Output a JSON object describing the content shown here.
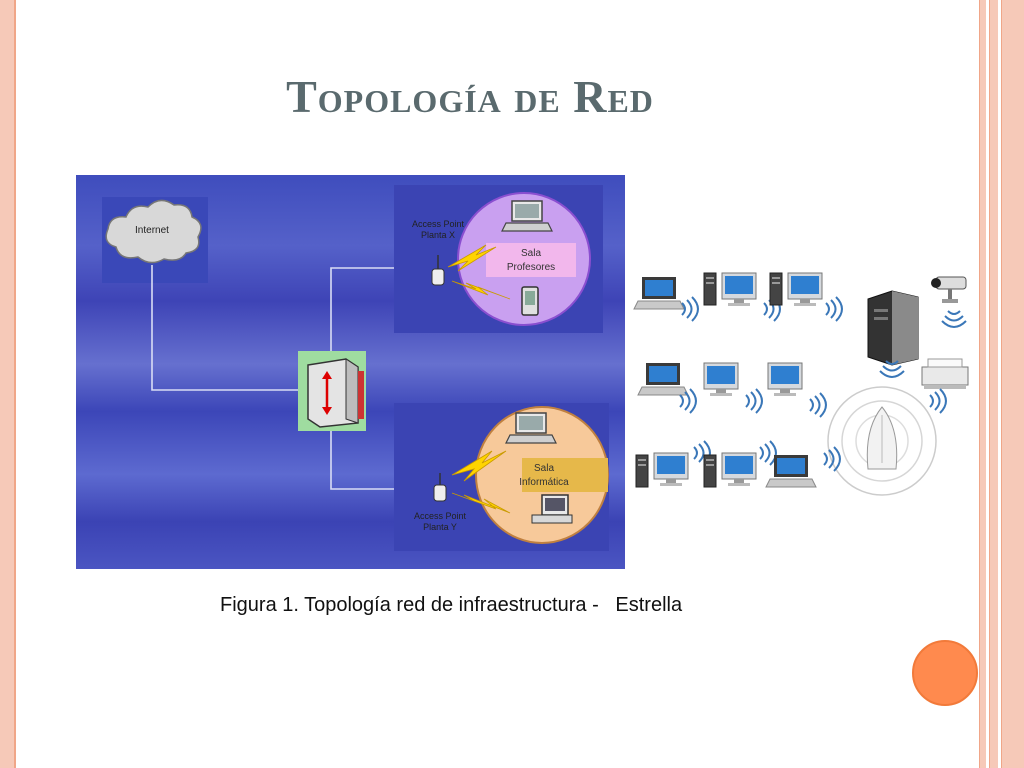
{
  "slide": {
    "title": "Topología de Red",
    "caption": "Figura 1. Topología red de infraestructura -   Estrella"
  },
  "diagram": {
    "internet_label": "Internet",
    "ap_x_label_1": "Access Point",
    "ap_x_label_2": "Planta X",
    "ap_y_label_1": "Access Point",
    "ap_y_label_2": "Planta Y",
    "room_profesores_1": "Sala",
    "room_profesores_2": "Profesores",
    "room_informatica_1": "Sala",
    "room_informatica_2": "Informática"
  },
  "colors": {
    "accent_orange": "#ff8a4e",
    "frame_pink": "#f6c9b8",
    "panel_blue": "#3f4dbd",
    "profesores_bubble": "#c9a0f0",
    "informatica_bubble": "#f7c99a"
  }
}
